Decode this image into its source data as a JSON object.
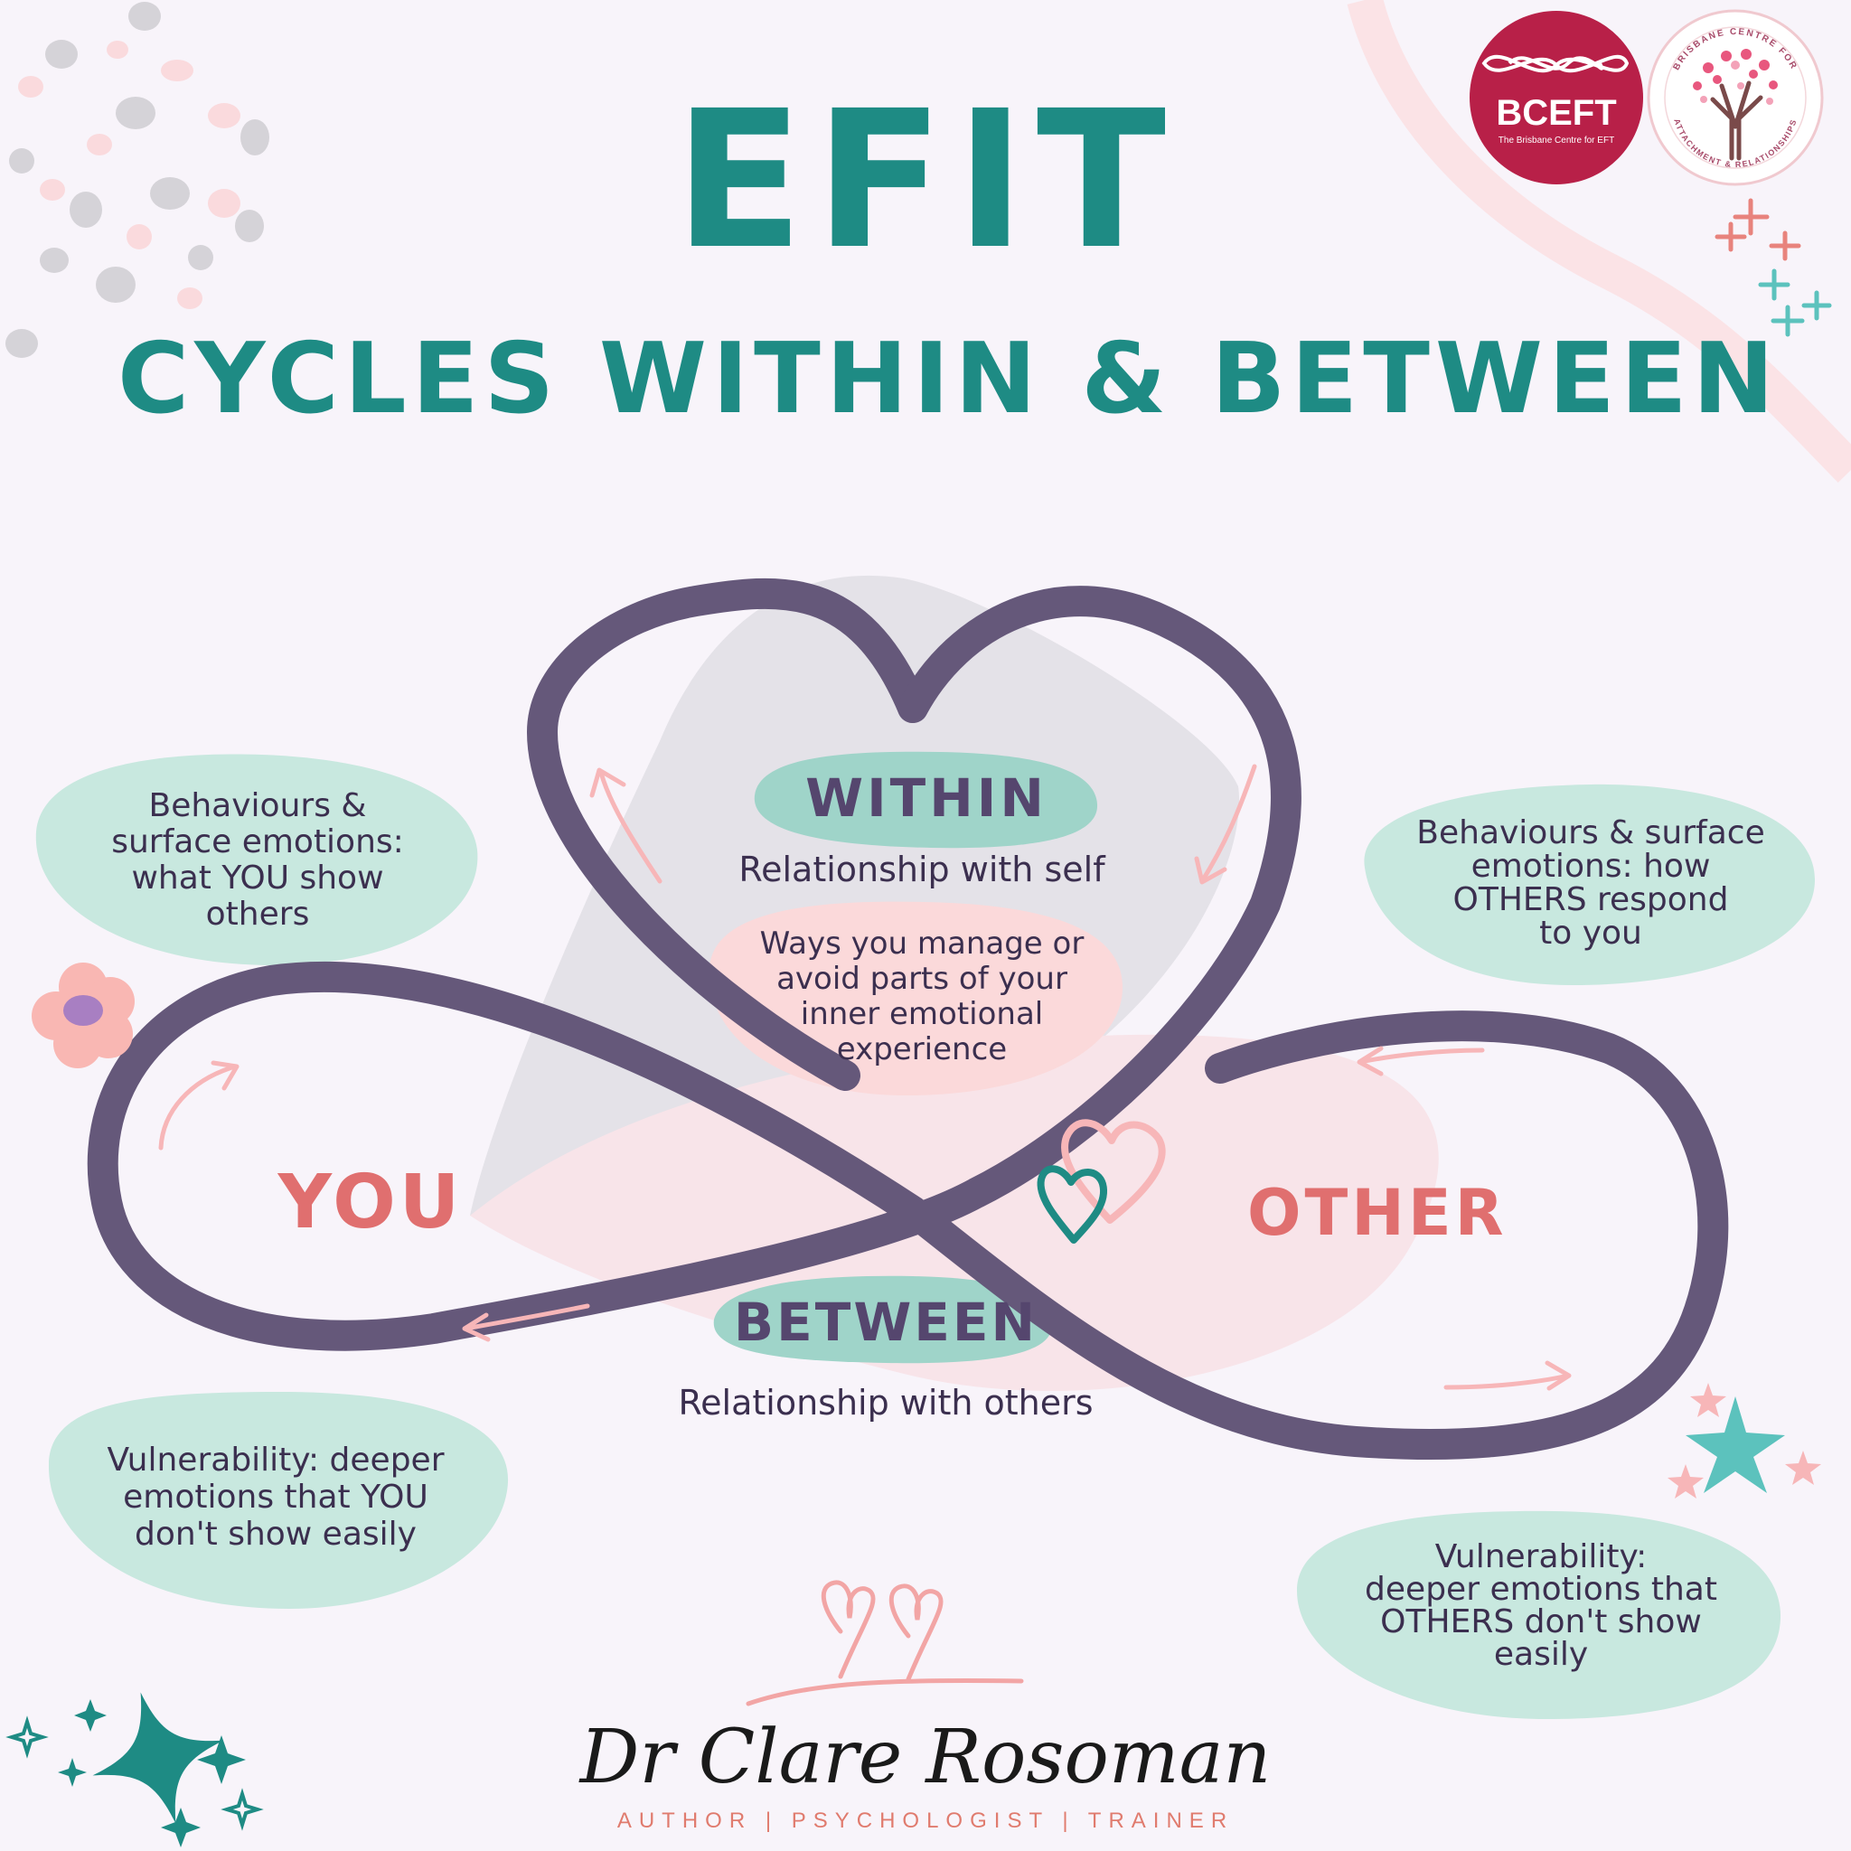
{
  "header": {
    "title": "EFIT",
    "subtitle": "CYCLES WITHIN & BETWEEN"
  },
  "logos": {
    "bceft_name": "BCEFT",
    "bceft_tagline": "The Brisbane Centre for EFT",
    "bcar_ring_top": "BRISBANE CENTRE FOR",
    "bcar_ring_bottom": "ATTACHMENT & RELATIONSHIPS"
  },
  "diagram": {
    "within_label": "WITHIN",
    "within_caption": "Relationship with self",
    "between_label": "BETWEEN",
    "between_caption": "Relationship with others",
    "you_label": "YOU",
    "other_label": "OTHER",
    "center_note": [
      "Ways you manage or",
      "avoid parts of your",
      "inner emotional",
      "experience"
    ],
    "you_behaviours": [
      "Behaviours &",
      "surface emotions:",
      "what YOU show",
      "others"
    ],
    "other_behaviours": [
      "Behaviours & surface",
      "emotions: how",
      "OTHERS respond",
      "to you"
    ],
    "you_vulnerability": [
      "Vulnerability: deeper",
      "emotions that YOU",
      "don't show easily"
    ],
    "other_vulnerability": [
      "Vulnerability:",
      "deeper emotions that",
      "OTHERS don't show",
      "easily"
    ]
  },
  "footer": {
    "author": "Dr Clare Rosoman",
    "roles": "AUTHOR  |  PSYCHOLOGIST  |  TRAINER"
  },
  "colors": {
    "background": "#f8f4fa",
    "teal": "#1e8b84",
    "purple_line": "#65587a",
    "dark_text": "#3b2f4f",
    "salmon": "#e06f6f",
    "mint_blob": "#c8e8df",
    "pink_blob": "#fbd9da",
    "bceft_red": "#b82048"
  }
}
